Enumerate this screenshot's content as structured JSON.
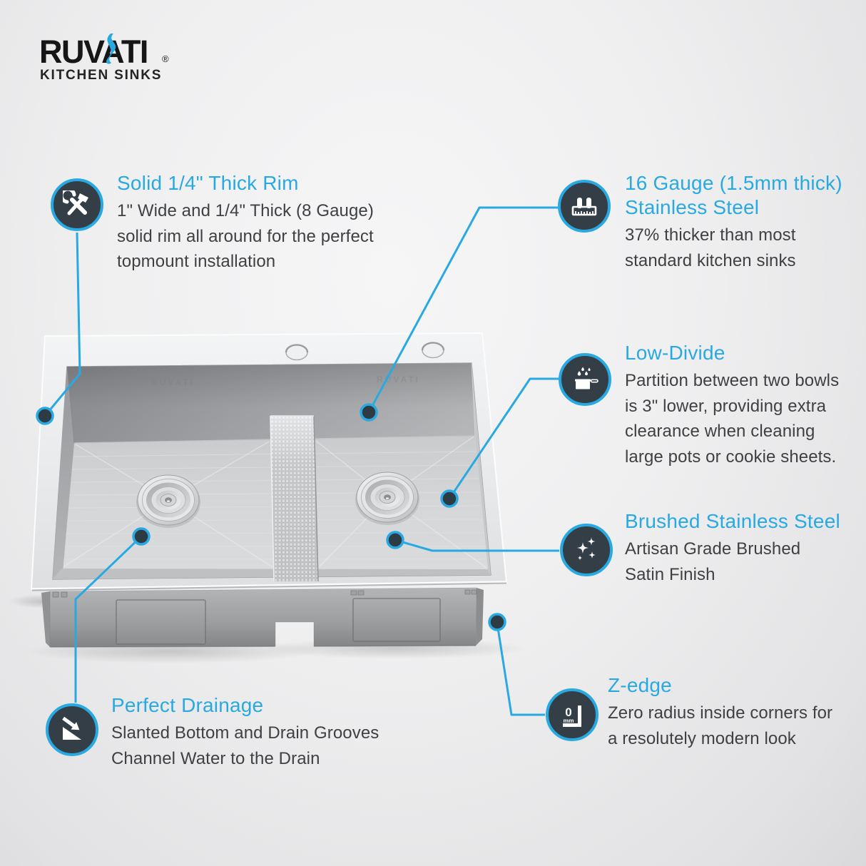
{
  "brand": {
    "name": "RUVATI",
    "registered": "®",
    "tagline": "KITCHEN SINKS"
  },
  "colors": {
    "accent": "#29a9e2",
    "icon_circle_bg": "#333e46",
    "dot_fill": "#2d3b44",
    "heading_text": "#29a9e2",
    "body_text": "#3f4043",
    "logo_text": "#161616"
  },
  "callouts": [
    {
      "icon": "tools-icon",
      "title": "Solid 1/4\" Thick Rim",
      "body": "1\" Wide and 1/4\" Thick (8 Gauge) solid rim all around for the perfect topmount installation"
    },
    {
      "icon": "thickness-gauge-icon",
      "title": "16 Gauge (1.5mm thick) Stainless Steel",
      "body": "37% thicker than most standard kitchen sinks"
    },
    {
      "icon": "pot-icon",
      "title": "Low-Divide",
      "body": "Partition between two bowls is 3\" lower, providing extra clearance when cleaning large pots or cookie sheets."
    },
    {
      "icon": "sparkles-icon",
      "title": "Brushed Stainless Steel",
      "body": "Artisan Grade Brushed Satin Finish"
    },
    {
      "icon": "zero-mm-icon",
      "title": "Z-edge",
      "body": "Zero radius inside corners for a resolutely modern look"
    },
    {
      "icon": "slope-drain-icon",
      "title": "Perfect Drainage",
      "body": "Slanted Bottom and Drain Grooves Channel Water to the Drain"
    }
  ],
  "icons": {
    "zedge_zero": "0",
    "zedge_unit": "mm"
  },
  "sink": {
    "etching": "RUVATI"
  }
}
